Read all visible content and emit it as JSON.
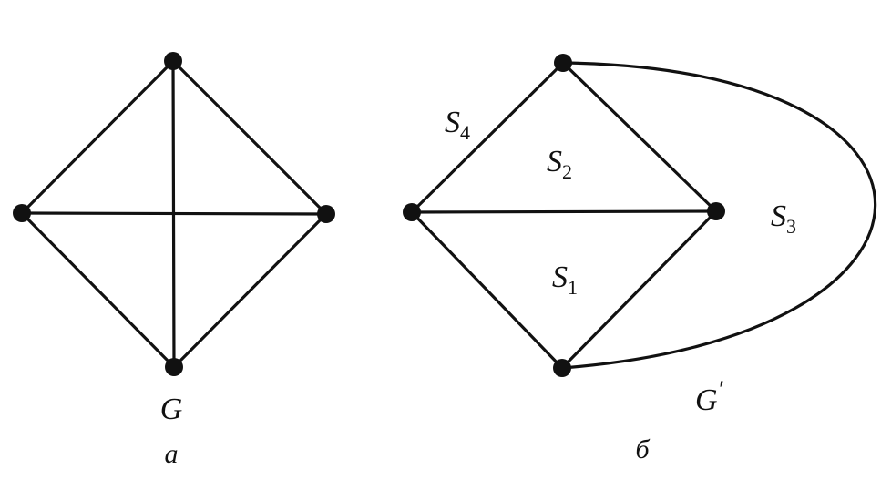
{
  "graph_a": {
    "name_label": "G",
    "caption": "а"
  },
  "graph_b": {
    "name_label": "G",
    "name_prime": "′",
    "caption": "б",
    "faces": [
      {
        "letter": "S",
        "index": "4"
      },
      {
        "letter": "S",
        "index": "2"
      },
      {
        "letter": "S",
        "index": "1"
      },
      {
        "letter": "S",
        "index": "3"
      }
    ]
  },
  "colors": {
    "ink": "#111111",
    "background": "#ffffff"
  }
}
